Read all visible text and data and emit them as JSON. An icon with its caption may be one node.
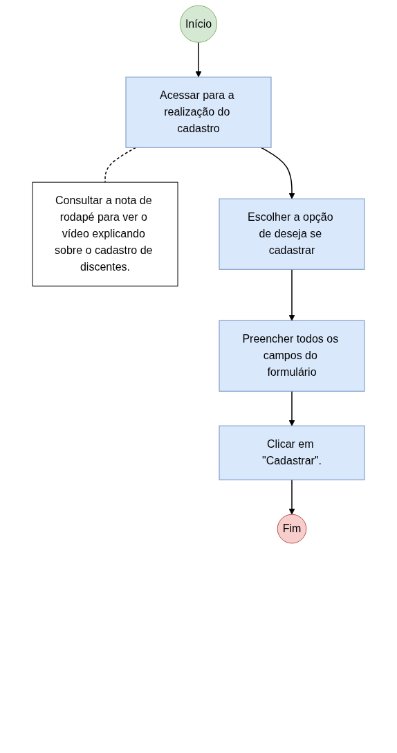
{
  "diagram": {
    "nodes": [
      {
        "text": [
          "Início"
        ]
      },
      {
        "text": [
          "Acessar para a realização do cadastro"
        ]
      },
      {
        "text": [
          "Consultar a nota de rodapé para ver o vídeo explicando sobre o cadastro de discentes."
        ]
      },
      {
        "text": [
          "Escolher a opção de deseja se cadastrar"
        ]
      },
      {
        "text": [
          "Preencher todos os campos do formulário"
        ]
      },
      {
        "text": [
          "Clicar em \"Cadastrar\"."
        ]
      },
      {
        "text": [
          "Fim"
        ]
      }
    ],
    "edges": [
      {
        "from": 0,
        "to": 1,
        "arrow": "to"
      },
      {
        "from": 1,
        "to": 2,
        "arrow": "none",
        "style": "dashed"
      },
      {
        "from": 1,
        "to": 3,
        "arrow": "to"
      },
      {
        "from": 3,
        "to": 4,
        "arrow": "to"
      },
      {
        "from": 4,
        "to": 5,
        "arrow": "to"
      },
      {
        "from": 5,
        "to": 6,
        "arrow": "to"
      }
    ]
  }
}
